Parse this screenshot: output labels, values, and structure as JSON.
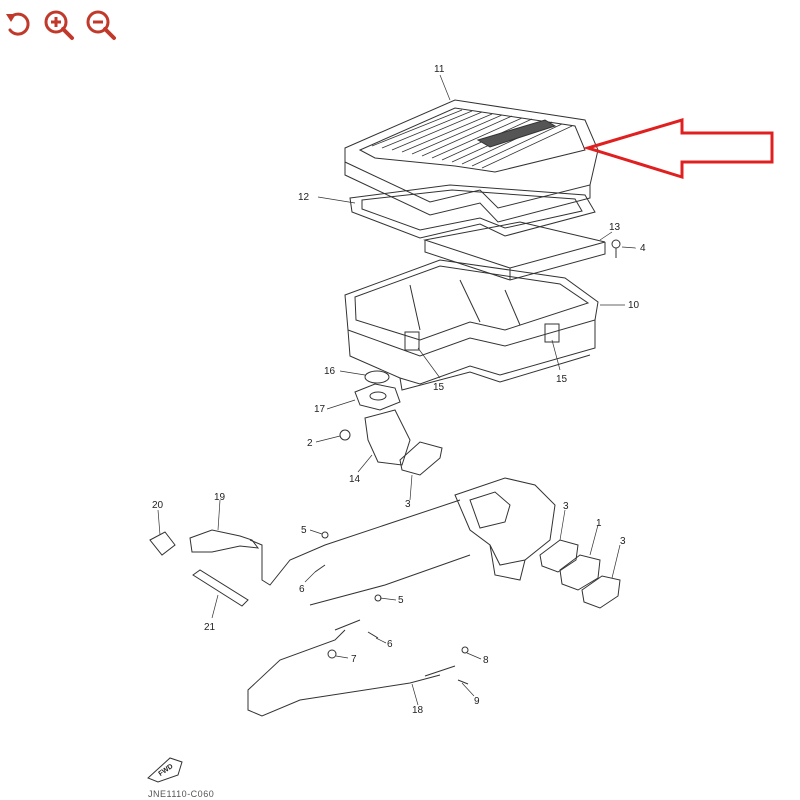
{
  "toolbar": {
    "rotate": {
      "icon": "rotate-icon",
      "color": "#c0392b"
    },
    "zoom_in": {
      "icon": "zoom-in-icon",
      "color": "#c0392b"
    },
    "zoom_out": {
      "icon": "zoom-out-icon",
      "color": "#c0392b"
    }
  },
  "diagram": {
    "callouts": {
      "c1": "1",
      "c2": "2",
      "c3a": "3",
      "c3b": "3",
      "c3c": "3",
      "c4": "4",
      "c5a": "5",
      "c5b": "5",
      "c6a": "6",
      "c6b": "6",
      "c7": "7",
      "c8": "8",
      "c9": "9",
      "c10": "10",
      "c11": "11",
      "c12": "12",
      "c13": "13",
      "c14": "14",
      "c15a": "15",
      "c15b": "15",
      "c16": "16",
      "c17": "17",
      "c18": "18",
      "c19": "19",
      "c20": "20",
      "c21": "21"
    },
    "fwd_label": "FWD",
    "caption": "JNE1110-C060",
    "arrow_color": "#e02020",
    "line_color": "#333333"
  }
}
